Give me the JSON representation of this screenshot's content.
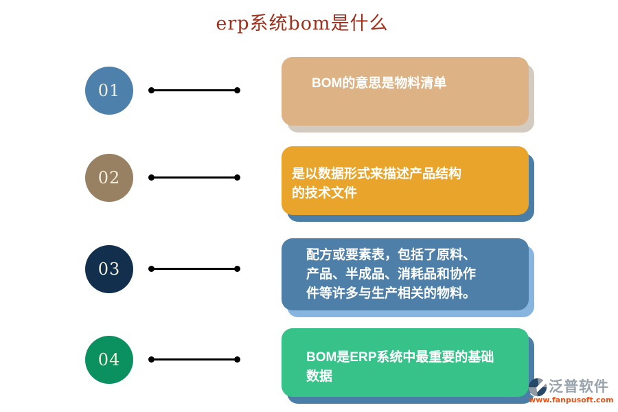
{
  "title": {
    "text": "erp系统bom是什么",
    "color": "#a0301c"
  },
  "steps": [
    {
      "number": "01",
      "circle_color": "#4d80ab",
      "card_color": "#ddb385",
      "shadow_color": "#d4cbc0",
      "text": "BOM的意思是物料清单"
    },
    {
      "number": "02",
      "circle_color": "#988162",
      "card_color": "#e9a42c",
      "shadow_color": "#4b7ea7",
      "text": "是以数据形式来描述产品结构\n的技术文件"
    },
    {
      "number": "03",
      "circle_color": "#12304d",
      "card_color": "#4d7fa8",
      "shadow_color": "#87b5e0",
      "text": "配方或要素表，包括了原料、\n产品、半成品、消耗品和协作\n件等许多与生产相关的物料。"
    },
    {
      "number": "04",
      "circle_color": "#0b9160",
      "card_color": "#36c289",
      "shadow_color": "#4b7ea7",
      "text": "BOM是ERP系统中最重要的基础\n数据"
    }
  ],
  "line_color": "#000000",
  "card_text_color": "#ffffff",
  "watermark": {
    "brand": "泛普软件",
    "brand_color": "#98a2ab",
    "url": "www.fanpusoft.com",
    "url_color": "#e5551d",
    "icon_dark": "#274968",
    "icon_gray": "#8e99a4"
  }
}
